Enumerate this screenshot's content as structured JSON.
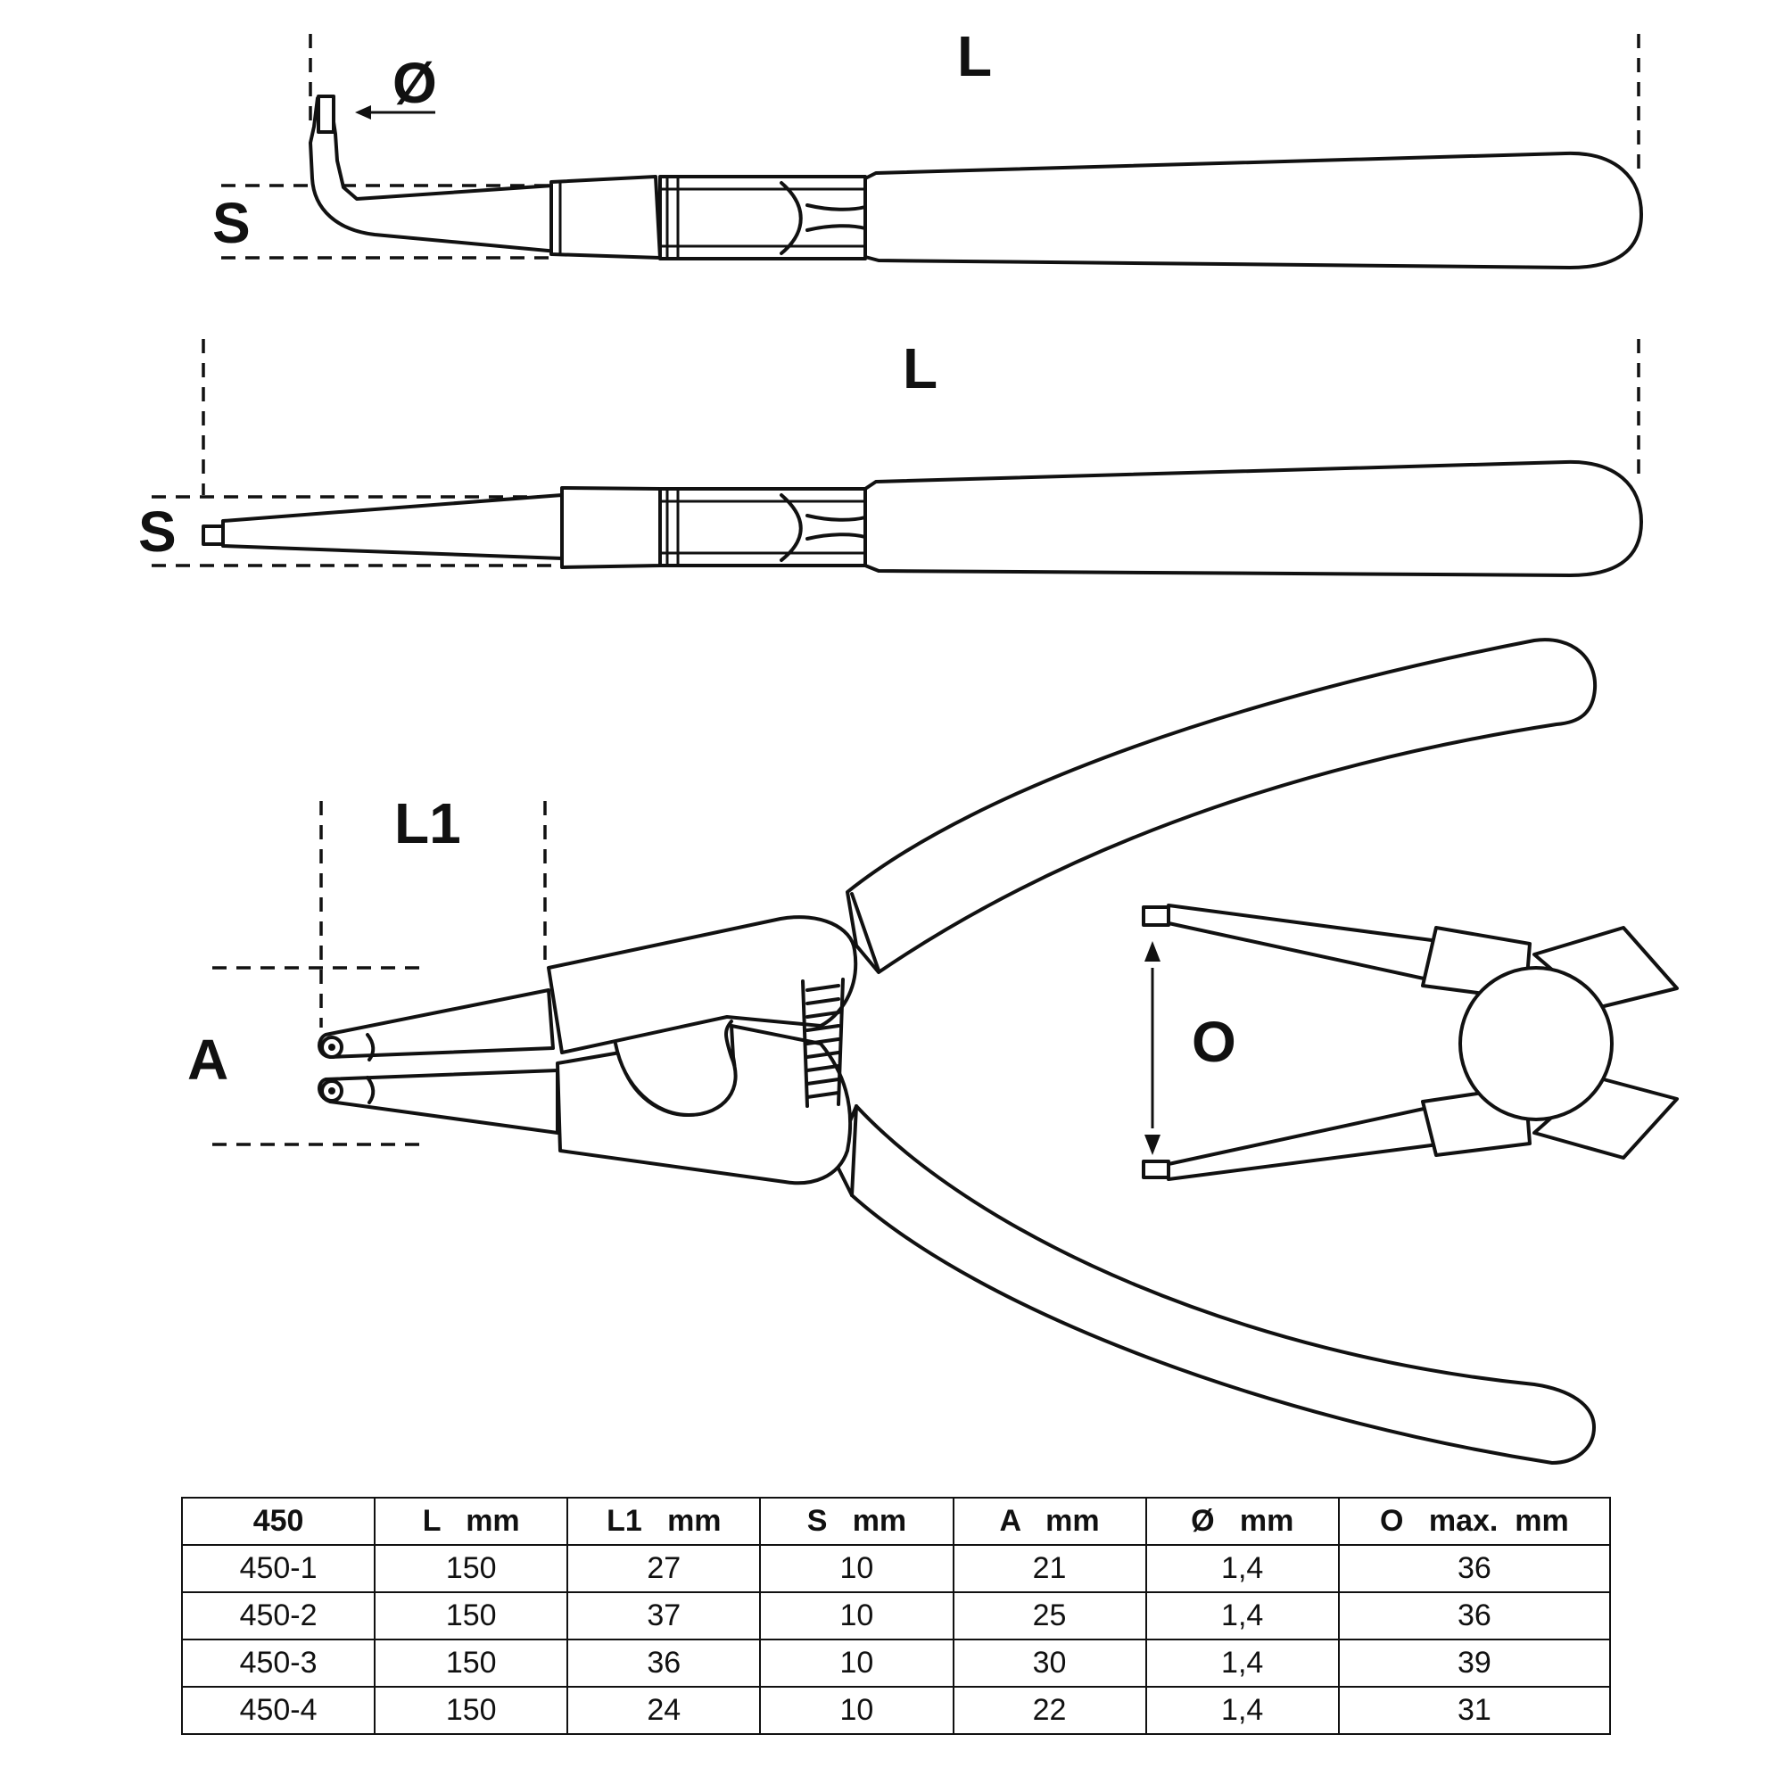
{
  "dimension_labels": {
    "length": "L",
    "diameter": "Ø",
    "width": "S",
    "tip_length": "L1",
    "tip_spacing": "A",
    "opening": "O"
  },
  "table": {
    "headers": [
      "450",
      "L   mm",
      "L1   mm",
      "S   mm",
      "A   mm",
      "Ø   mm",
      "O   max.  mm"
    ],
    "rows": [
      [
        "450-1",
        "150",
        "27",
        "10",
        "21",
        "1,4",
        "36"
      ],
      [
        "450-2",
        "150",
        "37",
        "10",
        "25",
        "1,4",
        "36"
      ],
      [
        "450-3",
        "150",
        "36",
        "10",
        "30",
        "1,4",
        "39"
      ],
      [
        "450-4",
        "150",
        "24",
        "10",
        "22",
        "1,4",
        "31"
      ]
    ]
  }
}
